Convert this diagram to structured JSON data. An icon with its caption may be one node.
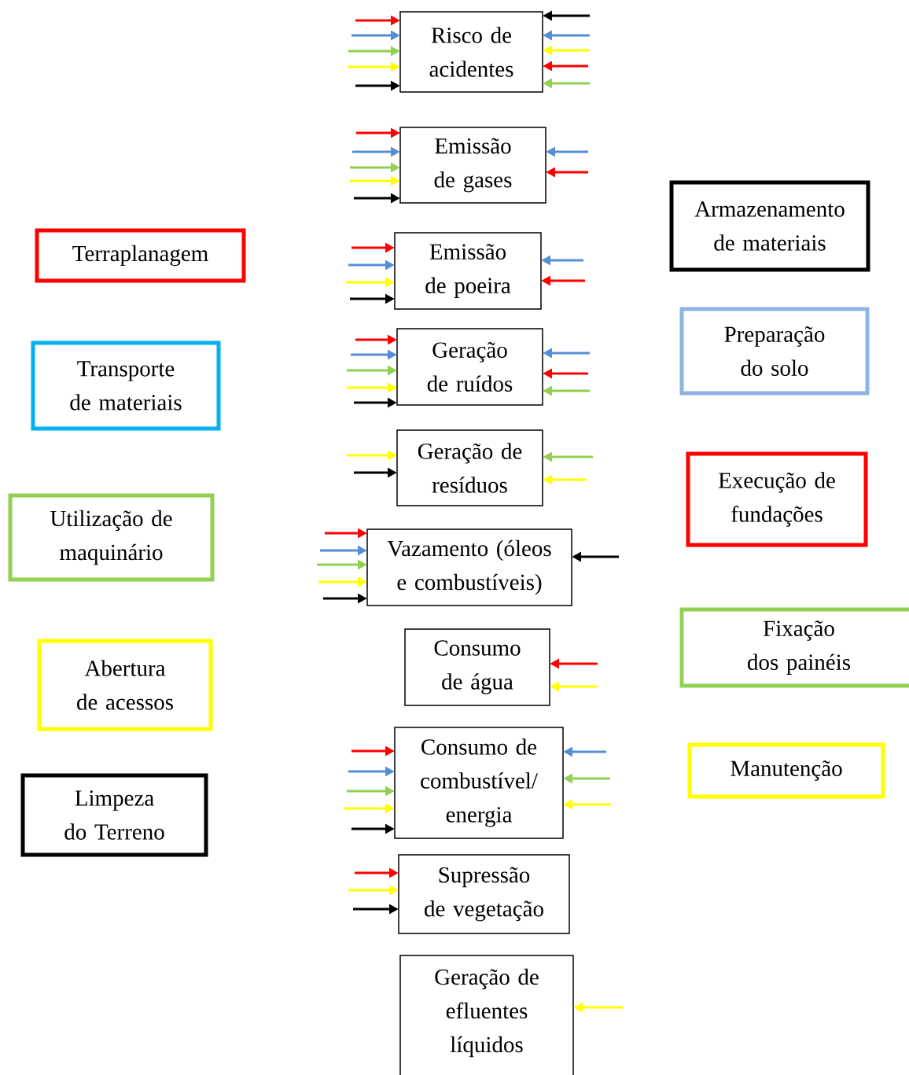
{
  "diagram": {
    "nodes": [
      {
        "text": [
          "Terraplanagem"
        ]
      },
      {
        "text": [
          "Transporte de materiais"
        ]
      },
      {
        "text": [
          "Utilização de maquinário"
        ]
      },
      {
        "text": [
          "Abertura de acessos"
        ]
      },
      {
        "text": [
          "Limpeza do Terreno"
        ]
      },
      {
        "text": [
          "Risco de acidentes"
        ]
      },
      {
        "text": [
          "Emissão de gases"
        ]
      },
      {
        "text": [
          "Emissão de poeira"
        ]
      },
      {
        "text": [
          "Geração de ruídos"
        ]
      },
      {
        "text": [
          "Geração de resíduos"
        ]
      },
      {
        "text": [
          "Vazamento (óleos e combustíveis)"
        ]
      },
      {
        "text": [
          "Consumo de água"
        ]
      },
      {
        "text": [
          "Consumo de combustível/ energia"
        ]
      },
      {
        "text": [
          "Supressão de vegetação"
        ]
      },
      {
        "text": [
          "Geração de efluentes líquidos"
        ]
      },
      {
        "text": [
          "Armazenamento de materiais"
        ]
      },
      {
        "text": [
          "Preparação do solo"
        ]
      },
      {
        "text": [
          "Execução de fundações"
        ]
      },
      {
        "text": [
          "Fixação dos painéis"
        ]
      },
      {
        "text": [
          "Manutenção"
        ]
      }
    ],
    "edges": [
      {
        "from": null,
        "to": 5,
        "arrow": "to",
        "color": "#ff0000"
      },
      {
        "from": null,
        "to": 5,
        "arrow": "to",
        "color": "#558ed5"
      },
      {
        "from": null,
        "to": 5,
        "arrow": "to",
        "color": "#92d050"
      },
      {
        "from": null,
        "to": 5,
        "arrow": "to",
        "color": "#ffff00"
      },
      {
        "from": null,
        "to": 5,
        "arrow": "to",
        "color": "#000000"
      },
      {
        "from": null,
        "to": 5,
        "arrow": "to",
        "color": "#000000"
      },
      {
        "from": null,
        "to": 5,
        "arrow": "to",
        "color": "#558ed5"
      },
      {
        "from": null,
        "to": 5,
        "arrow": "to",
        "color": "#ffff00"
      },
      {
        "from": null,
        "to": 5,
        "arrow": "to",
        "color": "#ff0000"
      },
      {
        "from": null,
        "to": 5,
        "arrow": "to",
        "color": "#92d050"
      },
      {
        "from": null,
        "to": 6,
        "arrow": "to",
        "color": "#ff0000"
      },
      {
        "from": null,
        "to": 6,
        "arrow": "to",
        "color": "#558ed5"
      },
      {
        "from": null,
        "to": 6,
        "arrow": "to",
        "color": "#92d050"
      },
      {
        "from": null,
        "to": 6,
        "arrow": "to",
        "color": "#ffff00"
      },
      {
        "from": null,
        "to": 6,
        "arrow": "to",
        "color": "#000000"
      },
      {
        "from": null,
        "to": 6,
        "arrow": "to",
        "color": "#558ed5"
      },
      {
        "from": null,
        "to": 6,
        "arrow": "to",
        "color": "#ff0000"
      },
      {
        "from": null,
        "to": 7,
        "arrow": "to",
        "color": "#ff0000"
      },
      {
        "from": null,
        "to": 7,
        "arrow": "to",
        "color": "#558ed5"
      },
      {
        "from": null,
        "to": 7,
        "arrow": "to",
        "color": "#ffff00"
      },
      {
        "from": null,
        "to": 7,
        "arrow": "to",
        "color": "#000000"
      },
      {
        "from": null,
        "to": 7,
        "arrow": "to",
        "color": "#558ed5"
      },
      {
        "from": null,
        "to": 7,
        "arrow": "to",
        "color": "#ff0000"
      },
      {
        "from": null,
        "to": 8,
        "arrow": "to",
        "color": "#ff0000"
      },
      {
        "from": null,
        "to": 8,
        "arrow": "to",
        "color": "#558ed5"
      },
      {
        "from": null,
        "to": 8,
        "arrow": "to",
        "color": "#92d050"
      },
      {
        "from": null,
        "to": 8,
        "arrow": "to",
        "color": "#ffff00"
      },
      {
        "from": null,
        "to": 8,
        "arrow": "to",
        "color": "#000000"
      },
      {
        "from": null,
        "to": 8,
        "arrow": "to",
        "color": "#558ed5"
      },
      {
        "from": null,
        "to": 8,
        "arrow": "to",
        "color": "#ff0000"
      },
      {
        "from": null,
        "to": 8,
        "arrow": "to",
        "color": "#92d050"
      },
      {
        "from": null,
        "to": 9,
        "arrow": "to",
        "color": "#ffff00"
      },
      {
        "from": null,
        "to": 9,
        "arrow": "to",
        "color": "#000000"
      },
      {
        "from": null,
        "to": 9,
        "arrow": "to",
        "color": "#92d050"
      },
      {
        "from": null,
        "to": 9,
        "arrow": "to",
        "color": "#ffff00"
      },
      {
        "from": null,
        "to": 10,
        "arrow": "to",
        "color": "#ff0000"
      },
      {
        "from": null,
        "to": 10,
        "arrow": "to",
        "color": "#558ed5"
      },
      {
        "from": null,
        "to": 10,
        "arrow": "to",
        "color": "#92d050"
      },
      {
        "from": null,
        "to": 10,
        "arrow": "to",
        "color": "#ffff00"
      },
      {
        "from": null,
        "to": 10,
        "arrow": "to",
        "color": "#000000"
      },
      {
        "from": null,
        "to": 10,
        "arrow": "to",
        "color": "#000000"
      },
      {
        "from": null,
        "to": 11,
        "arrow": "to",
        "color": "#ff0000"
      },
      {
        "from": null,
        "to": 11,
        "arrow": "to",
        "color": "#ffff00"
      },
      {
        "from": null,
        "to": 12,
        "arrow": "to",
        "color": "#ff0000"
      },
      {
        "from": null,
        "to": 12,
        "arrow": "to",
        "color": "#558ed5"
      },
      {
        "from": null,
        "to": 12,
        "arrow": "to",
        "color": "#92d050"
      },
      {
        "from": null,
        "to": 12,
        "arrow": "to",
        "color": "#ffff00"
      },
      {
        "from": null,
        "to": 12,
        "arrow": "to",
        "color": "#000000"
      },
      {
        "from": null,
        "to": 12,
        "arrow": "to",
        "color": "#558ed5"
      },
      {
        "from": null,
        "to": 12,
        "arrow": "to",
        "color": "#92d050"
      },
      {
        "from": null,
        "to": 12,
        "arrow": "to",
        "color": "#ffff00"
      },
      {
        "from": null,
        "to": 13,
        "arrow": "to",
        "color": "#ff0000"
      },
      {
        "from": null,
        "to": 13,
        "arrow": "to",
        "color": "#ffff00"
      },
      {
        "from": null,
        "to": 13,
        "arrow": "to",
        "color": "#000000"
      },
      {
        "from": null,
        "to": 14,
        "arrow": "to",
        "color": "#ffff00"
      }
    ]
  }
}
